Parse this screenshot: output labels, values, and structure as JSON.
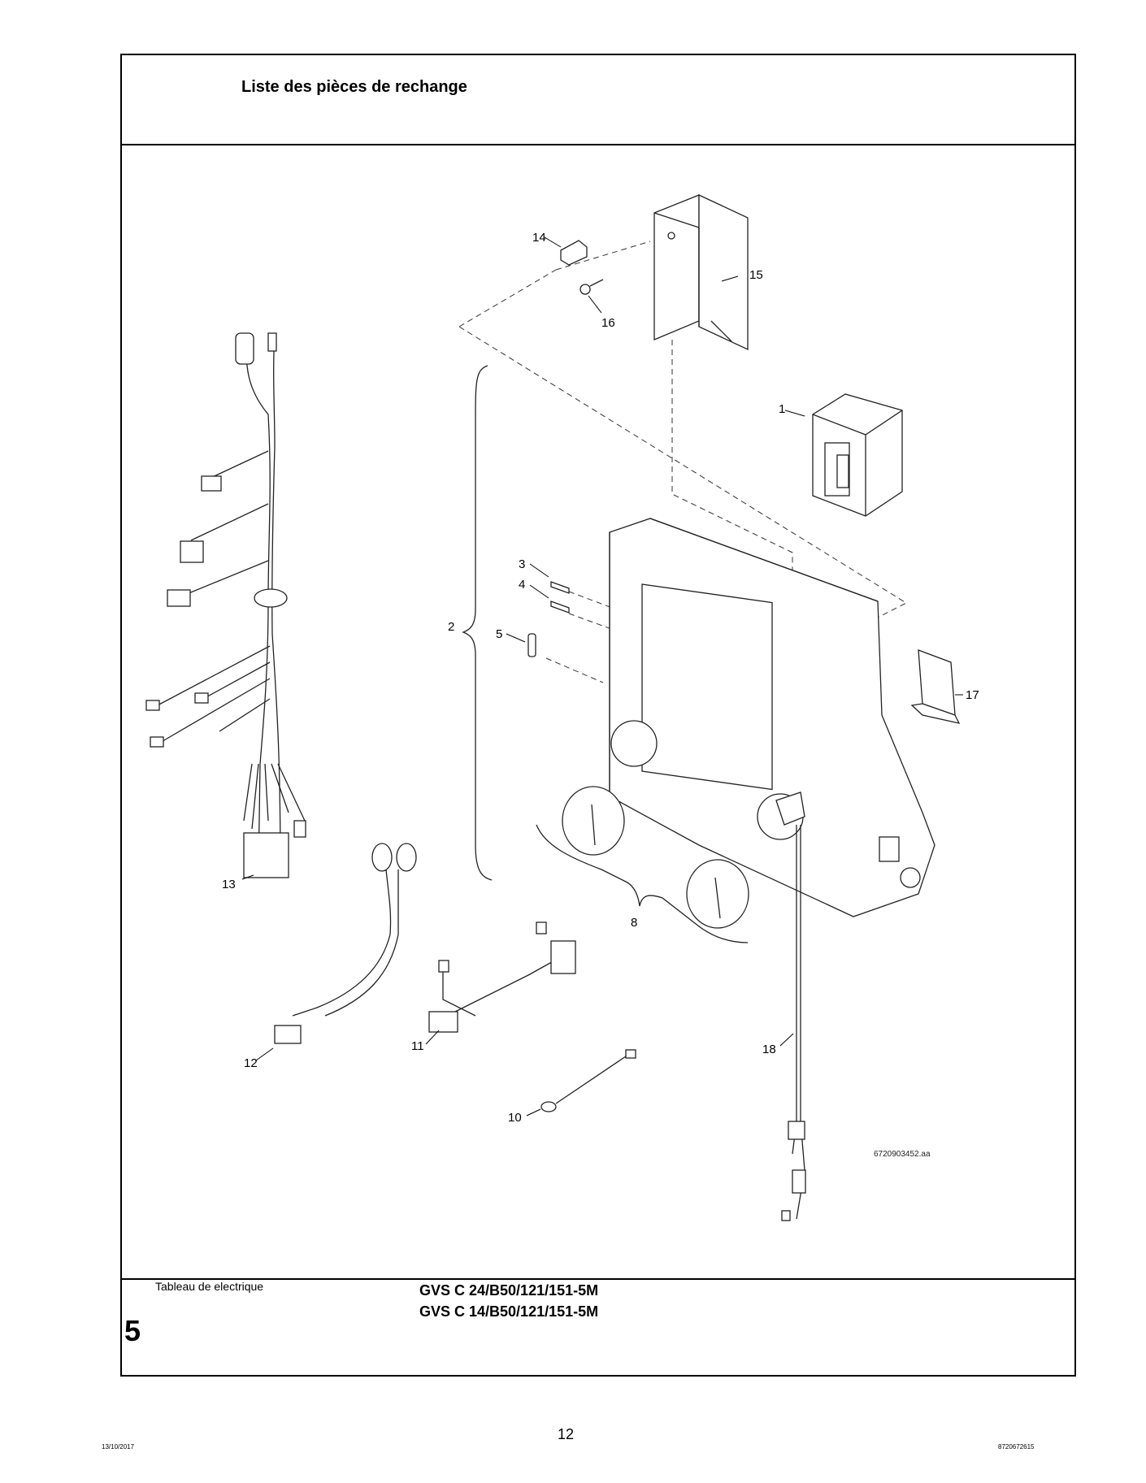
{
  "header": {
    "title": "Liste des pièces de rechange"
  },
  "footer_block": {
    "section_name": "Tableau de electrique",
    "section_number": "5",
    "models": [
      "GVS C 24/B50/121/151-5M",
      "GVS C 14/B50/121/151-5M"
    ]
  },
  "drawing": {
    "reference": "6720903452.aa",
    "callouts": [
      "1",
      "2",
      "3",
      "4",
      "5",
      "8",
      "10",
      "11",
      "12",
      "13",
      "14",
      "15",
      "16",
      "17",
      "18"
    ]
  },
  "page_footer": {
    "page_number": "12",
    "date": "13/10/2017",
    "document_number": "8720672615"
  }
}
